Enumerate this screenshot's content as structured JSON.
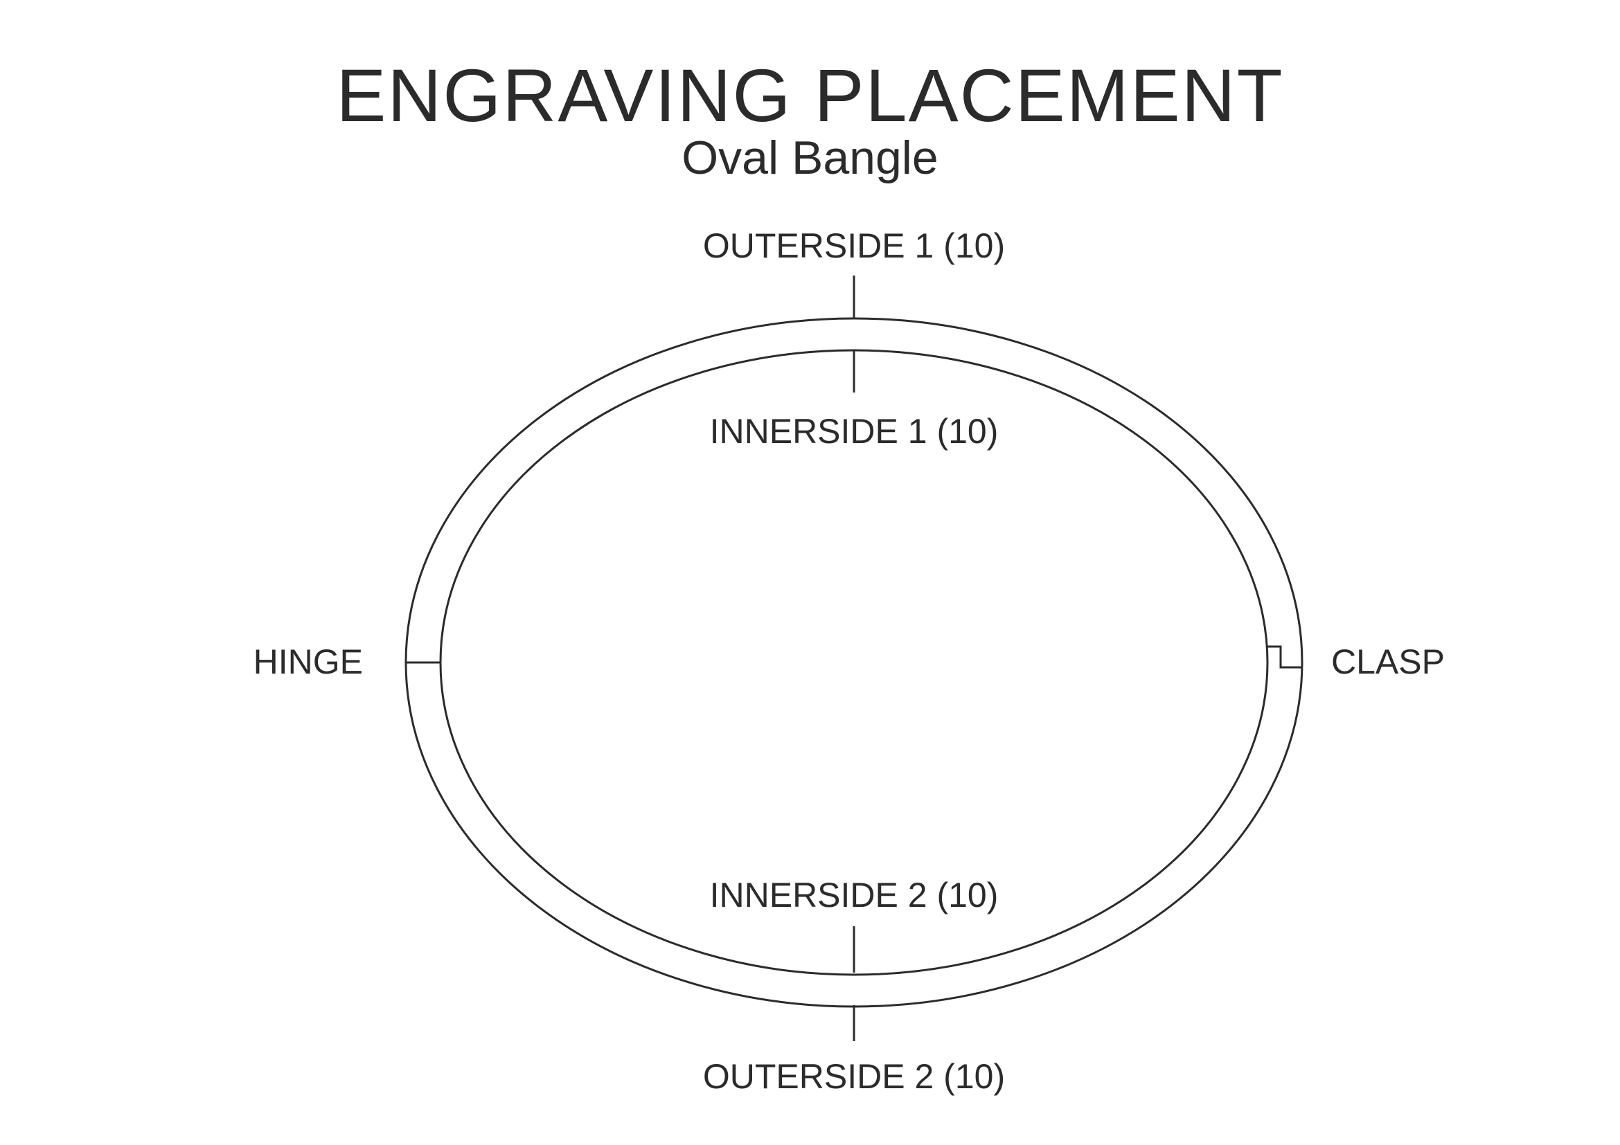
{
  "header": {
    "title": "ENGRAVING PLACEMENT",
    "subtitle": "Oval Bangle"
  },
  "labels": {
    "outerside_1": "OUTERSIDE 1 (10)",
    "innerside_1": "INNERSIDE 1 (10)",
    "hinge": "HINGE",
    "clasp": "CLASP",
    "innerside_2": "INNERSIDE 2 (10)",
    "outerside_2": "OUTERSIDE 2 (10)"
  },
  "colors": {
    "ink": "#2b2b2b",
    "background": "#ffffff"
  }
}
